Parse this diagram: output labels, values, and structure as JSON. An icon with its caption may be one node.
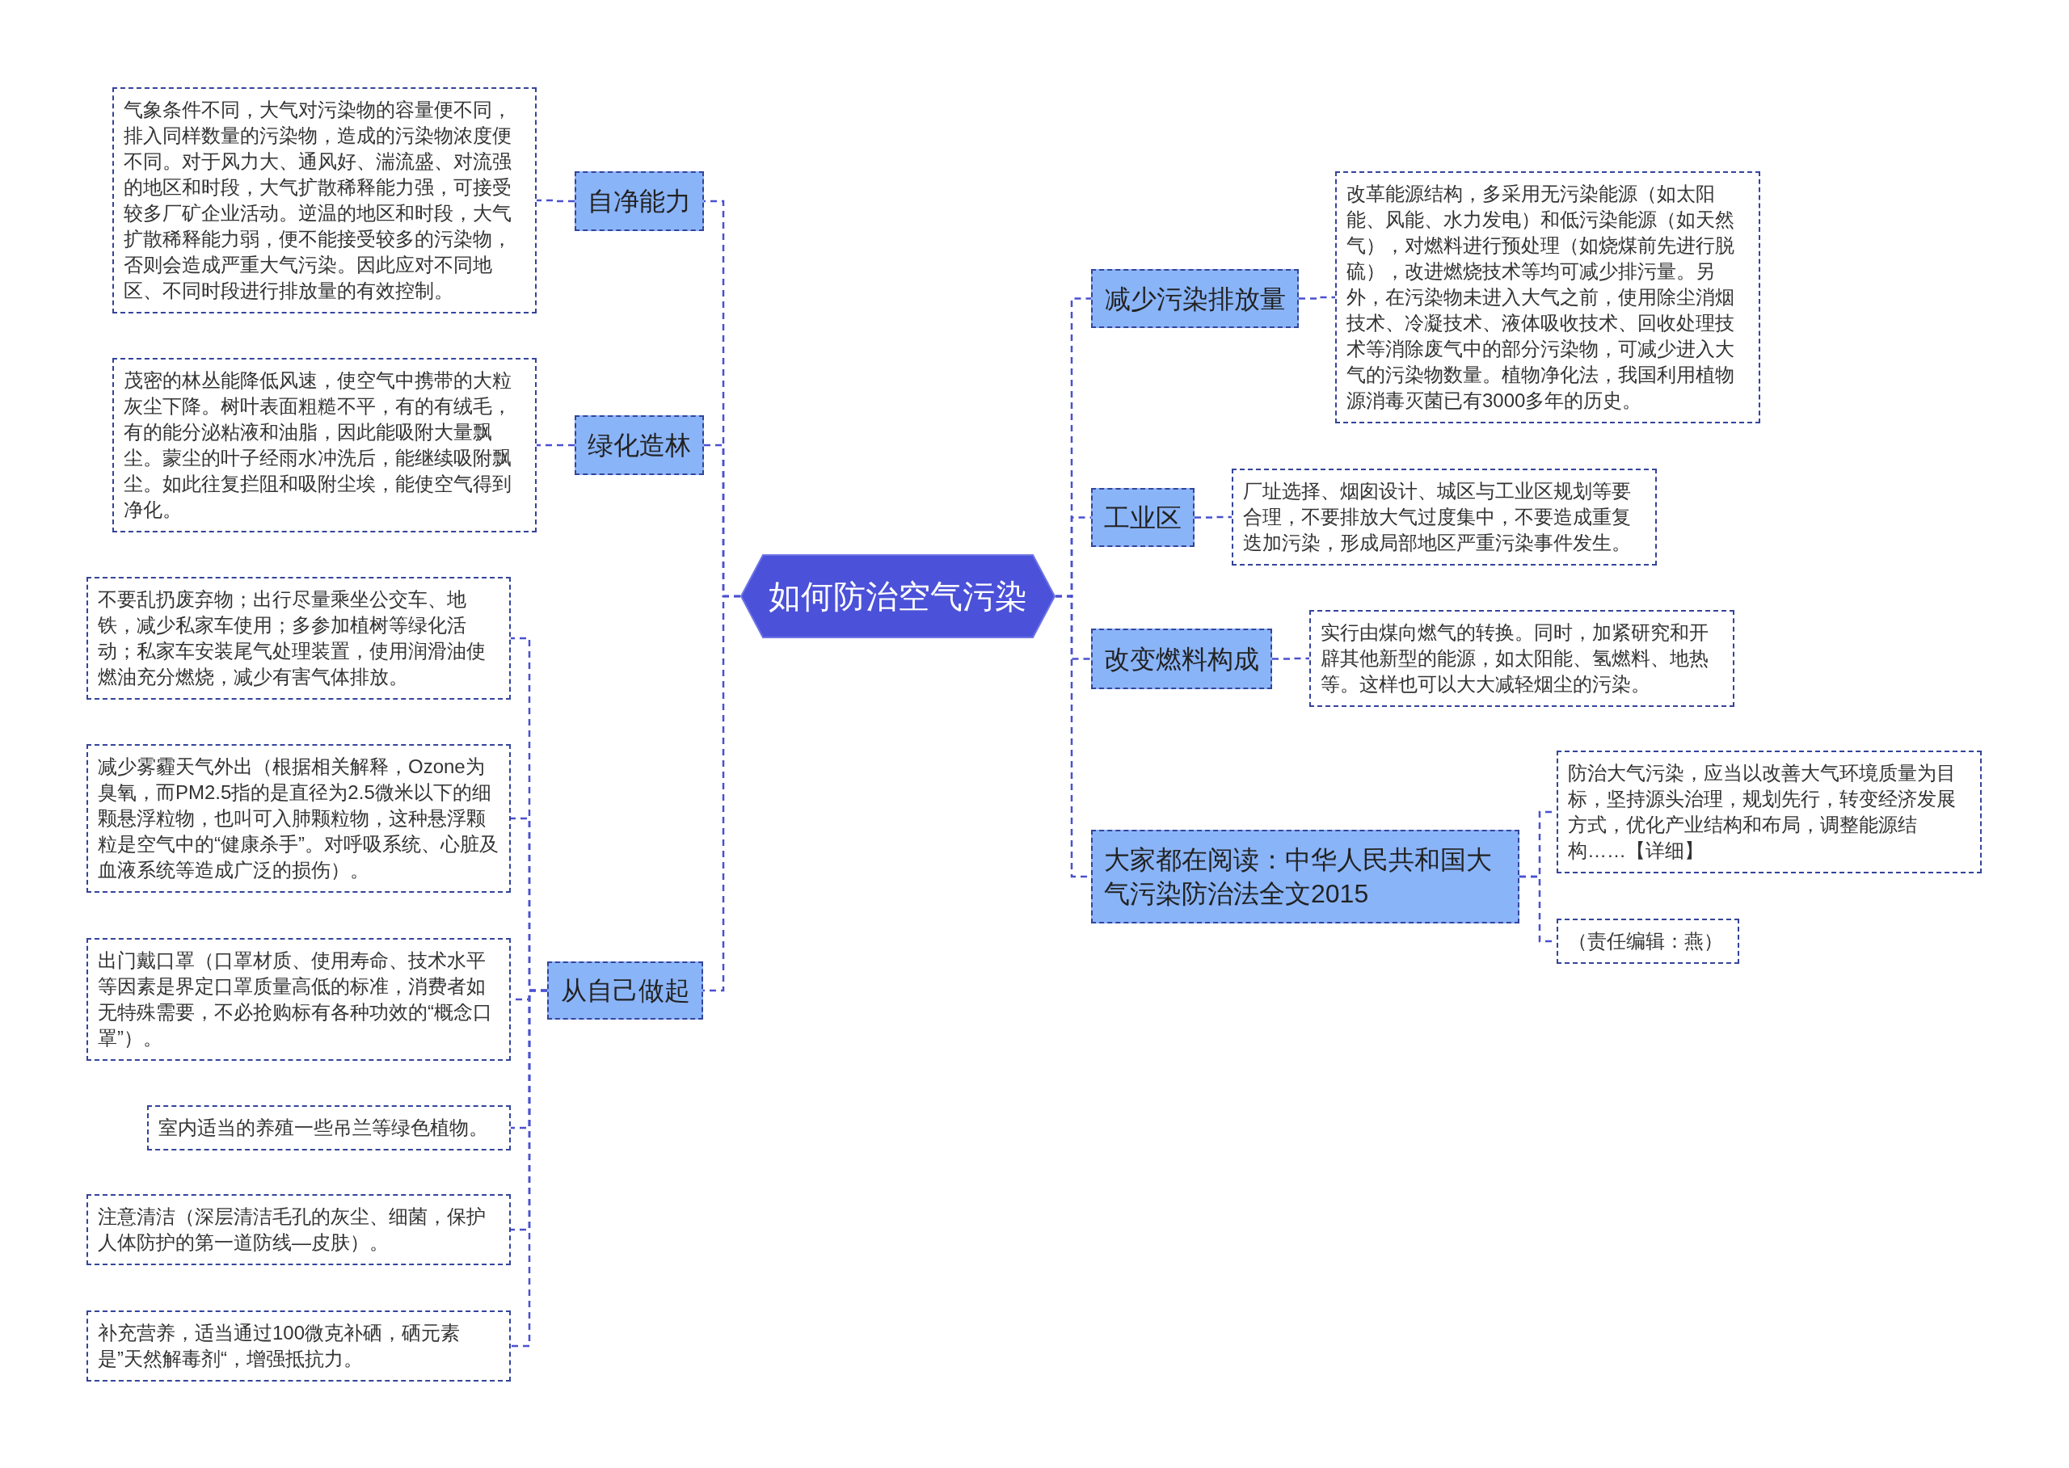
{
  "diagram": {
    "nodes": [
      {
        "text": [
          "如何防治空气污染"
        ]
      },
      {
        "text": [
          "自净能力"
        ]
      },
      {
        "text": [
          "气象条件不同，大气对污染物的容量便不同，排入同样数量的污染物，造成的污染物浓度便不同。对于风力大、通风好、湍流盛、对流强的地区和时段，大气扩散稀释能力强，可接受较多厂矿企业活动。逆温的地区和时段，大气扩散稀释能力弱，便不能接受较多的污染物，否则会造成严重大气污染。因此应对不同地区、不同时段进行排放量的有效控制。"
        ]
      },
      {
        "text": [
          "绿化造林"
        ]
      },
      {
        "text": [
          "茂密的林丛能降低风速，使空气中携带的大粒灰尘下降。树叶表面粗糙不平，有的有绒毛，有的能分泌粘液和油脂，因此能吸附大量飘尘。蒙尘的叶子经雨水冲洗后，能继续吸附飘尘。如此往复拦阻和吸附尘埃，能使空气得到净化。"
        ]
      },
      {
        "text": [
          "从自己做起"
        ]
      },
      {
        "text": [
          "不要乱扔废弃物；出行尽量乘坐公交车、地铁，减少私家车使用；多参加植树等绿化活动；私家车安装尾气处理装置，使用润滑油使燃油充分燃烧，减少有害气体排放。"
        ]
      },
      {
        "text": [
          "减少雾霾天气外出（根据相关解释，Ozone为臭氧，而PM2.5指的是直径为2.5微米以下的细颗悬浮粒物，也叫可入肺颗粒物，这种悬浮颗粒是空气中的“健康杀手”。对呼吸系统、心脏及血液系统等造成广泛的损伤）。"
        ]
      },
      {
        "text": [
          "出门戴口罩（口罩材质、使用寿命、技术水平等因素是界定口罩质量高低的标准，消费者如无特殊需要，不必抢购标有各种功效的“概念口罩”）。"
        ]
      },
      {
        "text": [
          "室内适当的养殖一些吊兰等绿色植物。"
        ]
      },
      {
        "text": [
          "注意清洁（深层清洁毛孔的灰尘、细菌，保护人体防护的第一道防线—皮肤）。"
        ]
      },
      {
        "text": [
          "补充营养，适当通过100微克补硒，硒元素是”天然解毒剂“，增强抵抗力。"
        ]
      },
      {
        "text": [
          "减少污染排放量"
        ]
      },
      {
        "text": [
          "改革能源结构，多采用无污染能源（如太阳能、风能、水力发电）和低污染能源（如天然气），对燃料进行预处理（如烧煤前先进行脱硫），改进燃烧技术等均可减少排污量。另外，在污染物未进入大气之前，使用除尘消烟技术、冷凝技术、液体吸收技术、回收处理技术等消除废气中的部分污染物，可减少进入大气的污染物数量。植物净化法，我国利用植物源消毒灭菌已有3000多年的历史。"
        ]
      },
      {
        "text": [
          "工业区"
        ]
      },
      {
        "text": [
          "厂址选择、烟囱设计、城区与工业区规划等要合理，不要排放大气过度集中，不要造成重复迭加污染，形成局部地区严重污染事件发生。"
        ]
      },
      {
        "text": [
          "改变燃料构成"
        ]
      },
      {
        "text": [
          "实行由煤向燃气的转换。同时，加紧研究和开辟其他新型的能源，如太阳能、氢燃料、地热等。这样也可以大大减轻烟尘的污染。"
        ]
      },
      {
        "text": [
          "大家都在阅读：中华人民共和国大气污染防治法全文2015"
        ]
      },
      {
        "text": [
          "防治大气污染，应当以改善大气环境质量为目标，坚持源头治理，规划先行，转变经济发展方式，优化产业结构和布局，调整能源结构……【详细】"
        ]
      },
      {
        "text": [
          "（责任编辑：燕）"
        ]
      }
    ],
    "edges": [
      {
        "from": 0,
        "to": 1,
        "arrow": "none"
      },
      {
        "from": 1,
        "to": 2,
        "arrow": "none"
      },
      {
        "from": 0,
        "to": 3,
        "arrow": "none"
      },
      {
        "from": 3,
        "to": 4,
        "arrow": "none"
      },
      {
        "from": 0,
        "to": 5,
        "arrow": "none"
      },
      {
        "from": 5,
        "to": 6,
        "arrow": "none"
      },
      {
        "from": 5,
        "to": 7,
        "arrow": "none"
      },
      {
        "from": 5,
        "to": 8,
        "arrow": "none"
      },
      {
        "from": 5,
        "to": 9,
        "arrow": "none"
      },
      {
        "from": 5,
        "to": 10,
        "arrow": "none"
      },
      {
        "from": 5,
        "to": 11,
        "arrow": "none"
      },
      {
        "from": 0,
        "to": 12,
        "arrow": "none"
      },
      {
        "from": 12,
        "to": 13,
        "arrow": "none"
      },
      {
        "from": 0,
        "to": 14,
        "arrow": "none"
      },
      {
        "from": 14,
        "to": 15,
        "arrow": "none"
      },
      {
        "from": 0,
        "to": 16,
        "arrow": "none"
      },
      {
        "from": 16,
        "to": 17,
        "arrow": "none"
      },
      {
        "from": 0,
        "to": 18,
        "arrow": "none"
      },
      {
        "from": 18,
        "to": 19,
        "arrow": "none"
      },
      {
        "from": 18,
        "to": 20,
        "arrow": "none"
      }
    ]
  }
}
